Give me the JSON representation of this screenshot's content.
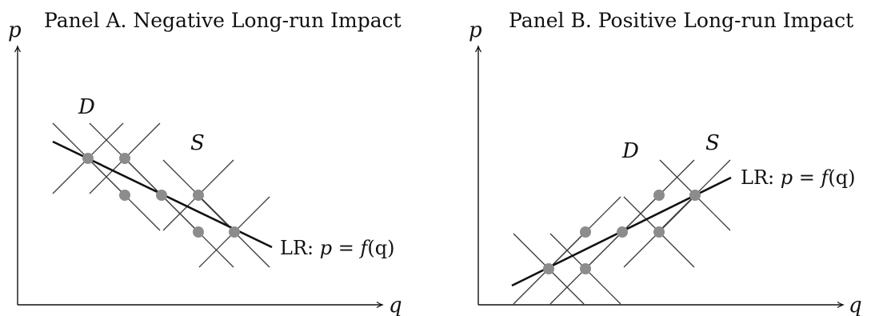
{
  "panels": [
    {
      "title": "Panel A. Negative Long-run Impact",
      "y_axis_label": "p",
      "x_axis_label": "q",
      "demand_label": "D",
      "supply_label": "S",
      "long_run_label": {
        "prefix": "LR: ",
        "lhs": "p",
        "eq": " = ",
        "func": "f",
        "arg": "(q)"
      }
    },
    {
      "title": "Panel B. Positive Long-run Impact",
      "y_axis_label": "p",
      "x_axis_label": "q",
      "demand_label": "D",
      "supply_label": "S",
      "long_run_label": {
        "prefix": "LR: ",
        "lhs": "p",
        "eq": " = ",
        "func": "f",
        "arg": "(q)"
      }
    }
  ],
  "colors": {
    "equilibrium_point": "#8c8c8c",
    "lines": "#3a3a3a",
    "long_run_line": "#111111"
  }
}
